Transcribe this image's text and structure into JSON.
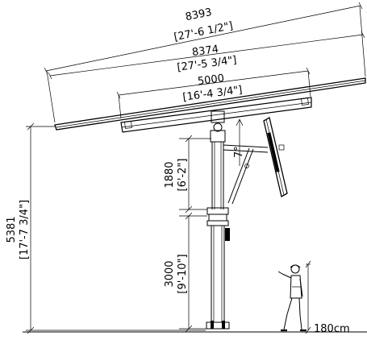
{
  "dimensions": {
    "top_width": {
      "mm": "8393",
      "imperial": "[27'-6 1/2\"]"
    },
    "mid_width": {
      "mm": "8374",
      "imperial": "[27'-5 3/4\"]"
    },
    "beam_width": {
      "mm": "5000",
      "imperial": "[16'-4 3/4\"]"
    },
    "total_height": {
      "mm": "5381",
      "imperial": "[17'-7 3/4\"]"
    },
    "upper_post": {
      "mm": "1880",
      "imperial": "[6'-2\"]"
    },
    "lower_post": {
      "mm": "3000",
      "imperial": "[9'-10\"]"
    },
    "tilt_angle": "7°",
    "person_height": "180cm"
  }
}
